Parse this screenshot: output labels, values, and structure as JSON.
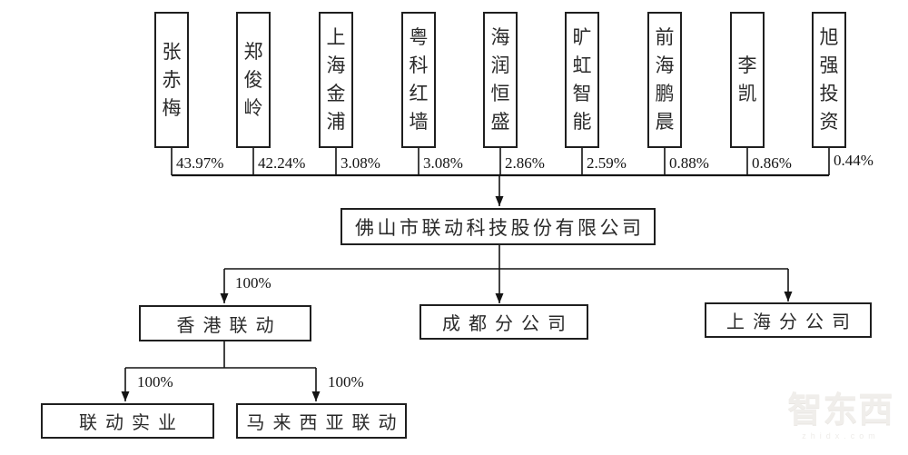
{
  "diagram": {
    "company": "佛山市联动科技股份有限公司",
    "shareholders": [
      {
        "name": "张赤梅",
        "pct": "43.97%"
      },
      {
        "name": "郑俊岭",
        "pct": "42.24%"
      },
      {
        "name": "上海金浦",
        "pct": "3.08%"
      },
      {
        "name": "粤科红墙",
        "pct": "3.08%"
      },
      {
        "name": "海润恒盛",
        "pct": "2.86%"
      },
      {
        "name": "旷虹智能",
        "pct": "2.59%"
      },
      {
        "name": "前海鹏晨",
        "pct": "0.88%"
      },
      {
        "name": "李凯",
        "pct": "0.86%"
      },
      {
        "name": "旭强投资",
        "pct": "0.44%"
      }
    ],
    "level1": [
      {
        "name": "香港联动",
        "pct": "100%"
      },
      {
        "name": "成都分公司"
      },
      {
        "name": "上海分公司"
      }
    ],
    "level2": [
      {
        "name": "联动实业",
        "pct": "100%"
      },
      {
        "name": "马来西亚联动",
        "pct": "100%"
      }
    ],
    "watermark": {
      "text": "智东西",
      "sub": "zhidx.com"
    },
    "colors": {
      "line": "#141414",
      "border": "#1f1f1f",
      "background": "#ffffff"
    }
  }
}
